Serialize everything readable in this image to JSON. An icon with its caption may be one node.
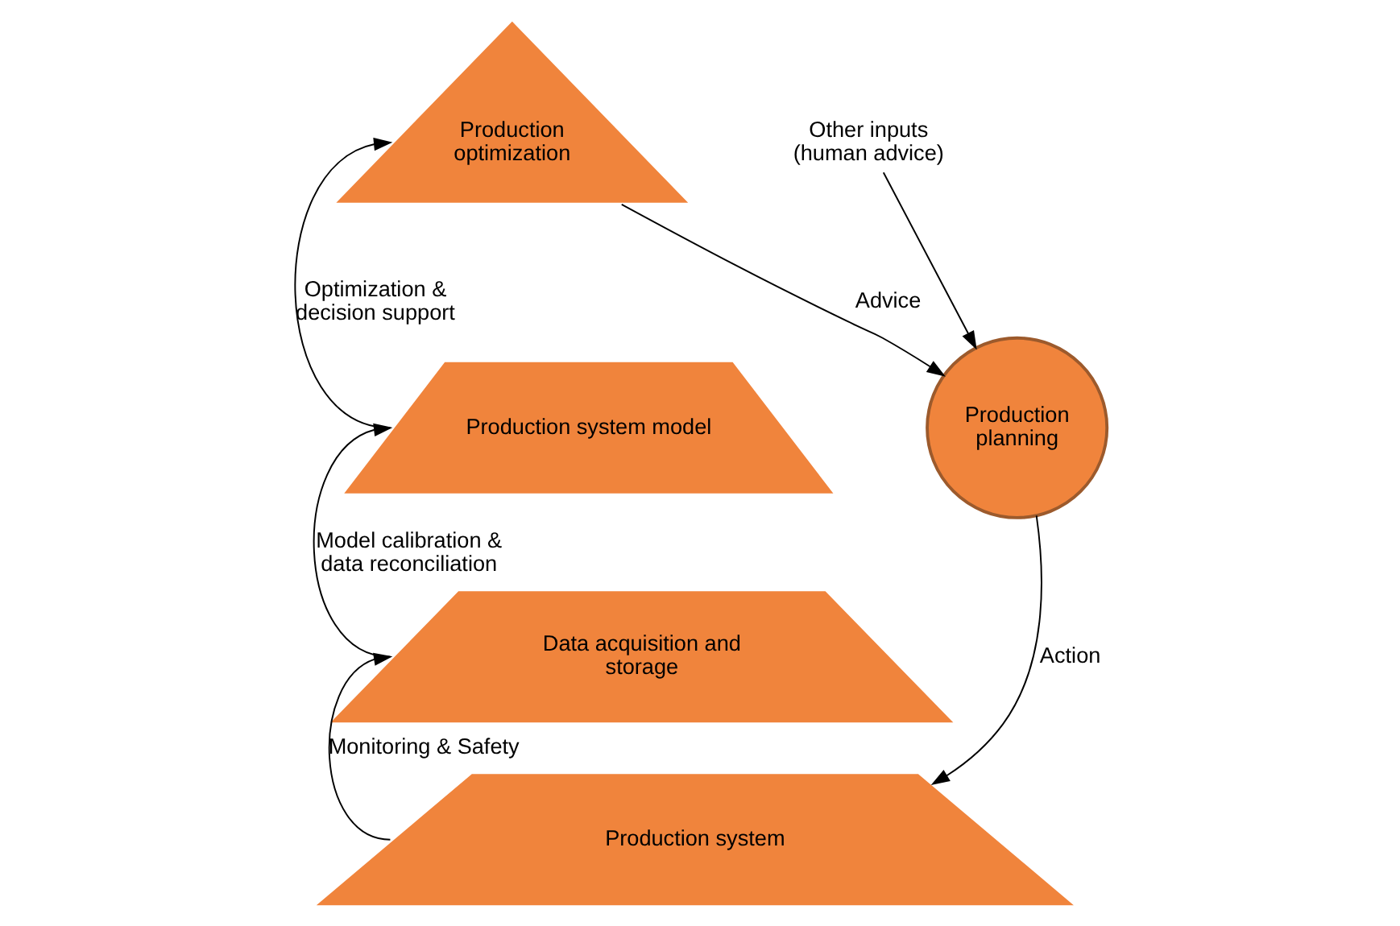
{
  "diagram": {
    "nodes": [
      {
        "text": [
          "Production optimization"
        ]
      },
      {
        "text": [
          "Production system model"
        ]
      },
      {
        "text": [
          "Data acquisition and storage"
        ]
      },
      {
        "text": [
          "Production system"
        ]
      },
      {
        "text": [
          "Production planning"
        ]
      },
      {
        "text": [
          "Other inputs (human advice)"
        ]
      }
    ],
    "edges": [
      {
        "from": 3,
        "to": 2,
        "arrow": "to",
        "label": "Monitoring & Safety"
      },
      {
        "from": 2,
        "to": 1,
        "arrow": "to",
        "label": "Model calibration & data reconciliation"
      },
      {
        "from": 1,
        "to": 0,
        "arrow": "to",
        "label": "Optimization & decision support"
      },
      {
        "from": 0,
        "to": 4,
        "arrow": "to",
        "label": "Advice"
      },
      {
        "from": 5,
        "to": 4,
        "arrow": "to"
      },
      {
        "from": 4,
        "to": 3,
        "arrow": "to",
        "label": "Action"
      }
    ]
  }
}
